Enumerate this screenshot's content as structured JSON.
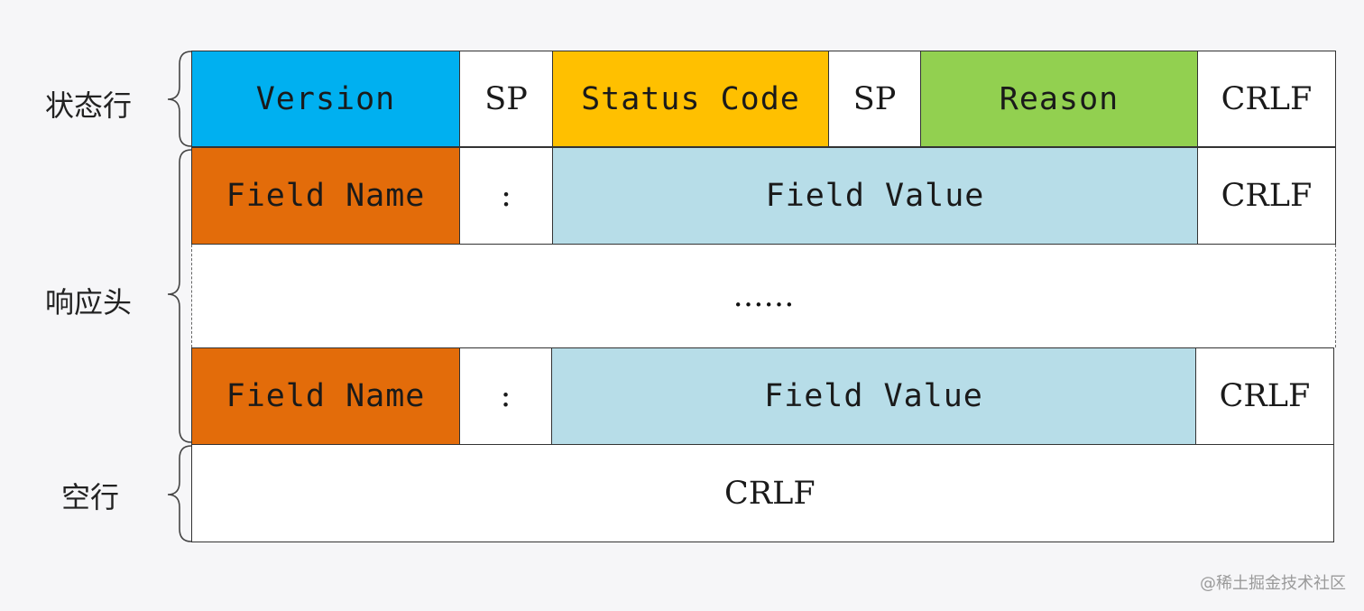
{
  "labels": {
    "status_line": "状态行",
    "headers": "响应头",
    "blank_line": "空行"
  },
  "status_row": {
    "version": "Version",
    "sp1": "SP",
    "status_code": "Status Code",
    "sp2": "SP",
    "reason": "Reason",
    "crlf": "CRLF"
  },
  "header_row_1": {
    "field_name": "Field Name",
    "colon": ":",
    "field_value": "Field Value",
    "crlf": "CRLF"
  },
  "ellipsis": "……",
  "header_row_2": {
    "field_name": "Field Name",
    "colon": ":",
    "field_value": "Field Value",
    "crlf": "CRLF"
  },
  "blank_row": {
    "crlf": "CRLF"
  },
  "watermark": "@稀土掘金技术社区",
  "colors": {
    "version": "#00b0f0",
    "status_code": "#ffc000",
    "reason": "#92d050",
    "field_name": "#e36c0a",
    "field_value": "#b7dde8",
    "neutral": "#ffffff"
  }
}
